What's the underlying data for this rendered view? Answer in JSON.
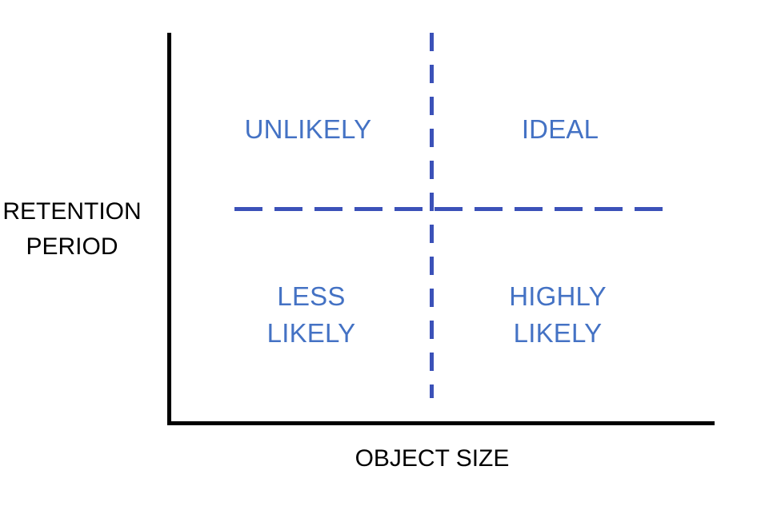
{
  "figure": {
    "type": "quadrant-matrix",
    "background_color": "#ffffff",
    "accent_color": "#4472c4",
    "divider_color": "#3b51b8",
    "axis_color": "#000000"
  },
  "axes": {
    "y_title": "RETENTION\nPERIOD",
    "x_title": "OBJECT SIZE"
  },
  "quadrants": [
    {
      "id": "top-left",
      "label": "UNLIKELY"
    },
    {
      "id": "top-right",
      "label": "IDEAL"
    },
    {
      "id": "bottom-left",
      "label": "LESS\nLIKELY"
    },
    {
      "id": "bottom-right",
      "label": "HIGHLY\nLIKELY"
    }
  ],
  "chart_data": {
    "type": "scatter",
    "title": "",
    "xlabel": "OBJECT SIZE",
    "ylabel": "RETENTION PERIOD",
    "grid": false,
    "legend": "none",
    "x": [],
    "y": [],
    "annotations": [
      {
        "text": "UNLIKELY",
        "x_region": "low",
        "y_region": "high"
      },
      {
        "text": "IDEAL",
        "x_region": "high",
        "y_region": "high"
      },
      {
        "text": "LESS LIKELY",
        "x_region": "low",
        "y_region": "low"
      },
      {
        "text": "HIGHLY LIKELY",
        "x_region": "high",
        "y_region": "low"
      }
    ],
    "dividers": [
      {
        "orientation": "vertical",
        "style": "dashed",
        "color": "#3b51b8"
      },
      {
        "orientation": "horizontal",
        "style": "dashed",
        "color": "#3b51b8"
      }
    ]
  }
}
